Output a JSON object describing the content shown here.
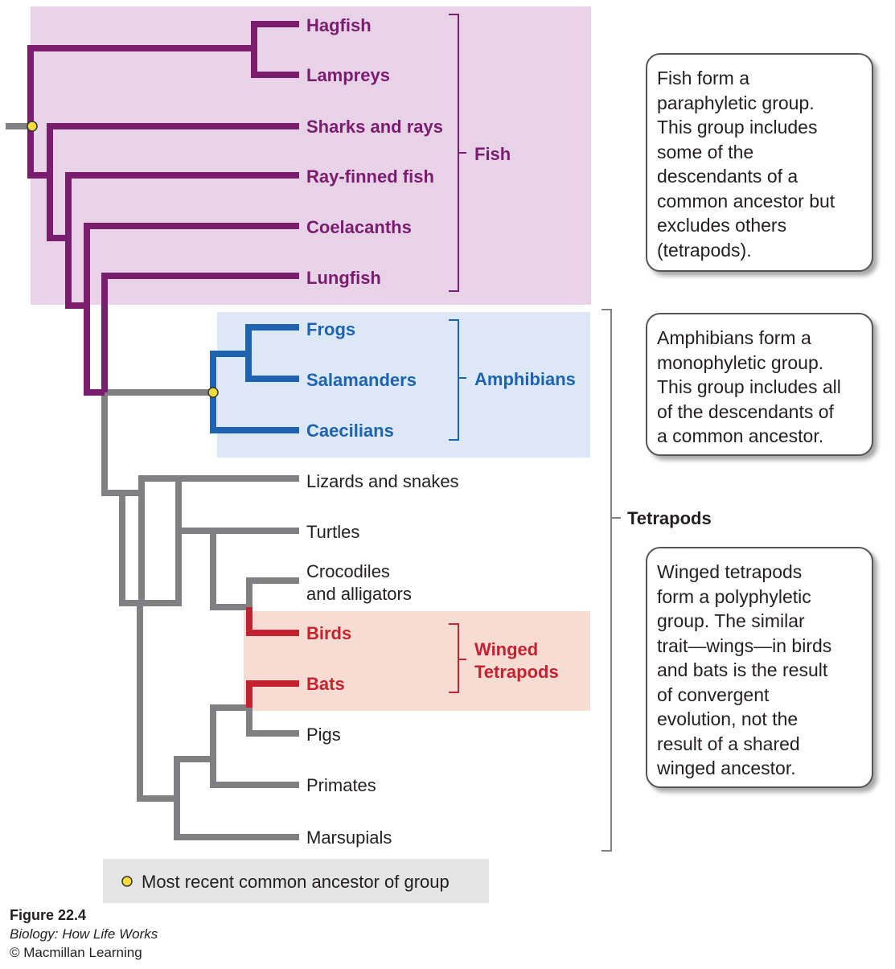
{
  "taxa": {
    "hagfish": "Hagfish",
    "lampreys": "Lampreys",
    "sharks": "Sharks and rays",
    "rayfinned": "Ray-finned fish",
    "coelacanths": "Coelacanths",
    "lungfish": "Lungfish",
    "frogs": "Frogs",
    "salamanders": "Salamanders",
    "caecilians": "Caecilians",
    "lizards": "Lizards and snakes",
    "turtles": "Turtles",
    "crocodiles_line1": "Crocodiles",
    "crocodiles_line2": "and alligators",
    "birds": "Birds",
    "bats": "Bats",
    "pigs": "Pigs",
    "primates": "Primates",
    "marsupials": "Marsupials"
  },
  "groups": {
    "fish": "Fish",
    "amphibians": "Amphibians",
    "winged_line1": "Winged",
    "winged_line2": "Tetrapods",
    "tetrapods": "Tetrapods"
  },
  "callouts": {
    "fish": [
      "Fish form a",
      "paraphyletic group.",
      "This group includes",
      "some of the",
      "descendants of a",
      "common ancestor but",
      "excludes others",
      "(tetrapods)."
    ],
    "amphibians": [
      "Amphibians form a",
      "monophyletic group.",
      "This group includes all",
      "of the descendants of",
      "a common ancestor."
    ],
    "winged": [
      "Winged tetrapods",
      "form a polyphyletic",
      "group. The similar",
      "trait—wings—in birds",
      "and bats is the result",
      "of convergent",
      "evolution, not the",
      "result of a shared",
      "winged ancestor."
    ]
  },
  "legend": {
    "label": "Most recent common ancestor of group"
  },
  "caption": {
    "figure": "Figure 22.4",
    "book": "Biology: How Life Works",
    "publisher": "© Macmillan Learning"
  },
  "colors": {
    "fish_branch": "#7b1d6e",
    "fish_fill": "#e8d2e8",
    "amphibian_branch": "#1d63b0",
    "amphibian_fill": "#dde8f6",
    "winged_branch": "#c42230",
    "winged_fill": "#f7dcd3",
    "other_branch": "#808083",
    "node_marker": "#f5dc3a",
    "legend_fill": "#e5e5e5"
  }
}
